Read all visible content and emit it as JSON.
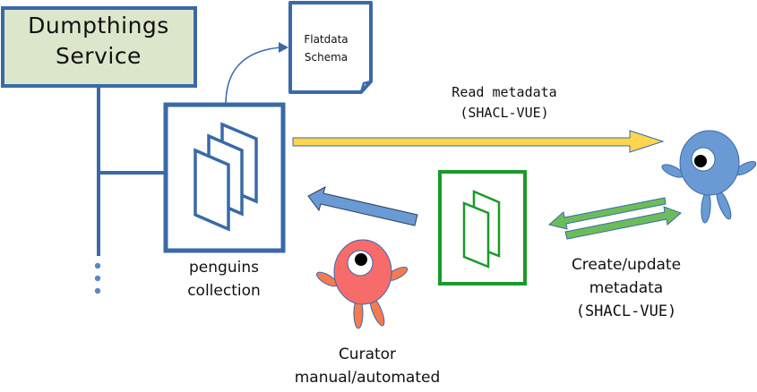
{
  "service": {
    "title_line1": "Dumpthings",
    "title_line2": "Service",
    "fill_color": "#dce6cb",
    "border_color": "#3a69a8"
  },
  "schema": {
    "line1": "Flatdata",
    "line2": "Schema"
  },
  "collection": {
    "line1": "penguins",
    "line2": "collection",
    "border_color": "#3a69a8"
  },
  "read_arrow": {
    "line1": "Read metadata",
    "line2": "(SHACL-VUE)",
    "fill_color": "#ffd54f"
  },
  "curator": {
    "line1": "Curator",
    "line2": "manual/automated",
    "body_color": "#f76b6b",
    "limb_color": "#f47b4f"
  },
  "user": {
    "body_color": "#6a9ad4"
  },
  "draft": {
    "border_color": "#1a9a2a"
  },
  "write_arrows": {
    "line1": "Create/update",
    "line2": "metadata",
    "line3": "(SHACL-VUE)",
    "fill_color": "#6cbd5a"
  },
  "submit_arrow": {
    "fill_color": "#6a9ad4"
  },
  "more_indicator": {
    "dots": 3
  }
}
